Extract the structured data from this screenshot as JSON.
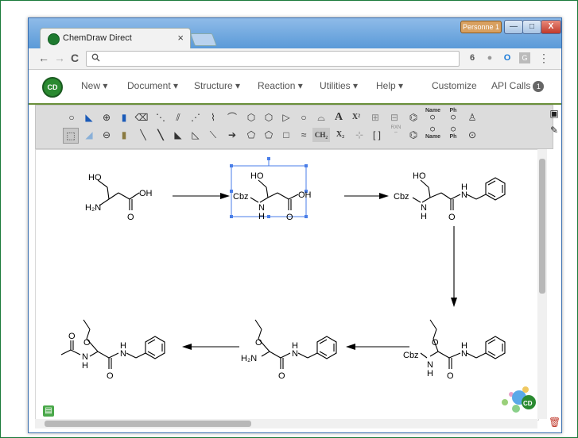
{
  "browser": {
    "tab_title": "ChemDraw Direct",
    "tab_close": "×",
    "profile_label": "Personne 1",
    "window_min": "—",
    "window_max": "□",
    "window_close": "X",
    "nav_back": "←",
    "nav_forward": "→",
    "nav_reload": "C",
    "address_value": "",
    "address_search_icon": "search-icon",
    "menu_dots": "⋮"
  },
  "app": {
    "logo_text": "CD",
    "menus": [
      {
        "label": "New ▾"
      },
      {
        "label": "Document ▾"
      },
      {
        "label": "Structure ▾"
      },
      {
        "label": "Reaction ▾"
      },
      {
        "label": "Utilities ▾"
      },
      {
        "label": "Help ▾"
      },
      {
        "label": "Customize"
      },
      {
        "label": "API Calls"
      }
    ],
    "api_badge": "1"
  },
  "toolbar": {
    "row1": [
      "lasso",
      "undo",
      "zoom-in",
      "copy",
      "eraser",
      "bond-dotted",
      "bond-hashed",
      "bond-wedge-hashed",
      "chain",
      "chain-n",
      "benzene",
      "cyclohexane",
      "triangle",
      "circle",
      "ring-macro",
      "text",
      "superscript",
      "template-1",
      "template-2",
      "bracket-ring",
      "name-to-structure",
      "ph-structure",
      "stamp"
    ],
    "row2": [
      "marquee",
      "redo",
      "zoom-out",
      "paste",
      "bond-single",
      "bond-bold",
      "bond-wedge",
      "bond-wedge-open",
      "bond-double",
      "arrow",
      "cyclopentane",
      "pentagon",
      "square",
      "wavy",
      "ch2",
      "subscript",
      "template-3",
      "brackets",
      "rxn",
      "name",
      "ph",
      "add"
    ],
    "labels": {
      "text": "A",
      "superscript": "X²",
      "subscript": "X₂",
      "ch2": "CH₂",
      "name": "Name",
      "ph": "Ph",
      "rxn": "RXN"
    }
  },
  "canvas": {
    "labels": {
      "HO": "HO",
      "OH": "OH",
      "H2N": "H₂N",
      "O": "O",
      "Cbz": "Cbz",
      "N": "N",
      "H": "H"
    }
  },
  "colors": {
    "brand_green": "#2a8a30",
    "selection_blue": "#4a7ee8",
    "window_blue": "#4a8fd8"
  }
}
